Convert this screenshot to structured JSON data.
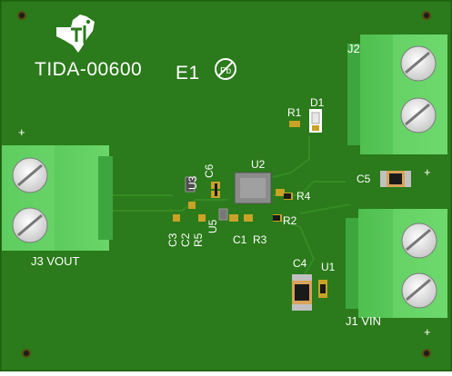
{
  "board": {
    "title": "TIDA-00600",
    "revision": "E1",
    "logo_icon": "ti-logo-icon",
    "rohs_icon": "lead-free-pb-icon",
    "colors": {
      "pcb": "#2d7a1c",
      "silkscreen": "#ffffff",
      "terminal_block": "#5cc95c",
      "screw": "#e8e8e8",
      "pad_gold": "#c9a227"
    }
  },
  "connectors": [
    {
      "ref": "J1",
      "label": "J1 VIN",
      "plus": "+",
      "minus": "—"
    },
    {
      "ref": "J2",
      "label": "J2",
      "plus": "+",
      "minus": "—"
    },
    {
      "ref": "J3",
      "label": "J3 VOUT",
      "plus": "+",
      "minus": "—"
    }
  ],
  "components": {
    "U1": "U1",
    "U2": "U2",
    "U3": "U3",
    "U5": "U5",
    "C1": "C1",
    "C2": "C2",
    "C3": "C3",
    "C4": "C4",
    "C5": "C5",
    "C6": "C6",
    "R1": "R1",
    "R2": "R2",
    "R3": "R3",
    "R4": "R4",
    "R5": "R5",
    "D1": "D1"
  }
}
